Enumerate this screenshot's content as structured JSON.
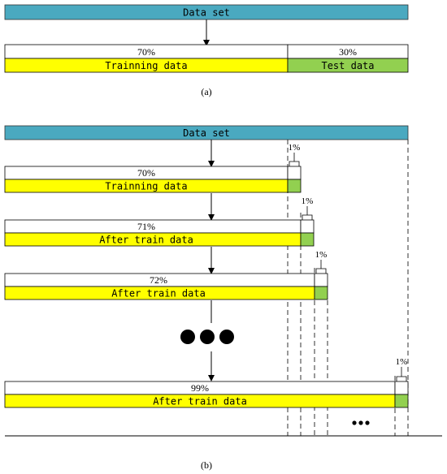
{
  "part_a": {
    "dataset_label": "Data set",
    "train_percent": "70%",
    "test_percent": "30%",
    "train_label": "Trainning data",
    "test_label": "Test data",
    "caption": "(a)"
  },
  "part_b": {
    "dataset_label": "Data set",
    "rows": [
      {
        "percent": "70%",
        "label": "Trainning data"
      },
      {
        "percent": "71%",
        "label": "After train data"
      },
      {
        "percent": "72%",
        "label": "After train data"
      },
      {
        "percent": "99%",
        "label": "After train data"
      }
    ],
    "increment_label": "1%",
    "ellipsis_dots": "●●●",
    "ellipsis_small": "•••",
    "caption": "(b)"
  },
  "colors": {
    "dataset_bar": "#4aa9c0",
    "train": "#ffff00",
    "test": "#92d050",
    "outline": "#000000"
  }
}
